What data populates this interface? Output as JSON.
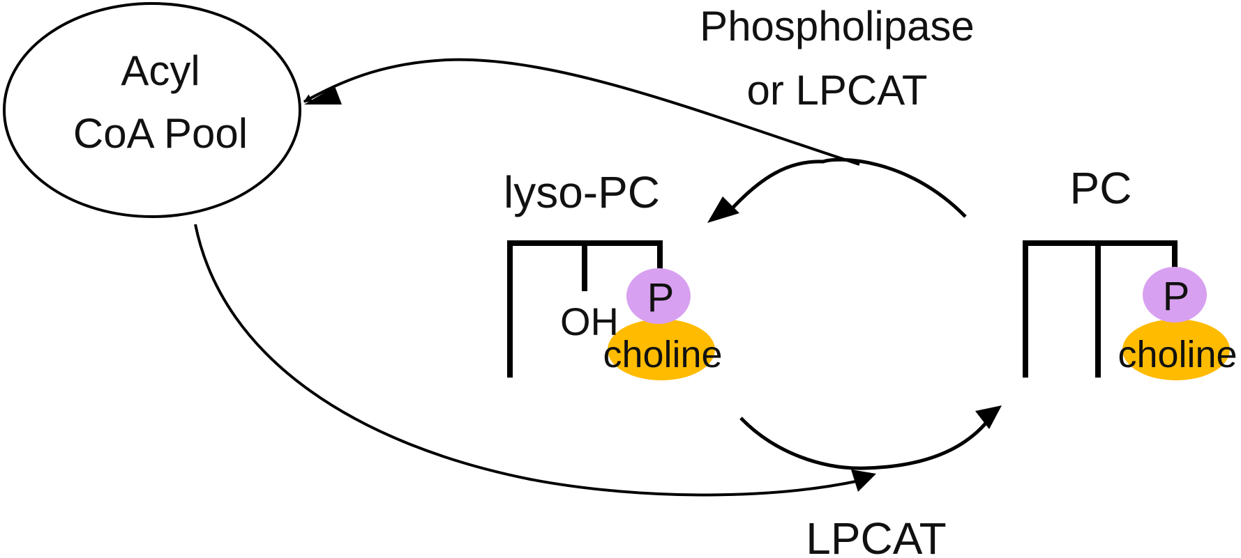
{
  "nodes": {
    "acyl_pool": {
      "line1": "Acyl",
      "line2": "CoA Pool"
    },
    "lyso_pc": {
      "title": "lyso-PC",
      "hydroxyl": "OH",
      "phosphate": "P",
      "headgroup": "choline"
    },
    "pc": {
      "title": "PC",
      "phosphate": "P",
      "headgroup": "choline"
    }
  },
  "enzymes": {
    "top": {
      "line1": "Phospholipase",
      "line2": "or LPCAT"
    },
    "bottom": "LPCAT"
  },
  "colors": {
    "phosphate": "#d8a0f0",
    "choline": "#ffbb00",
    "stroke": "#000000",
    "text": "#111111"
  }
}
